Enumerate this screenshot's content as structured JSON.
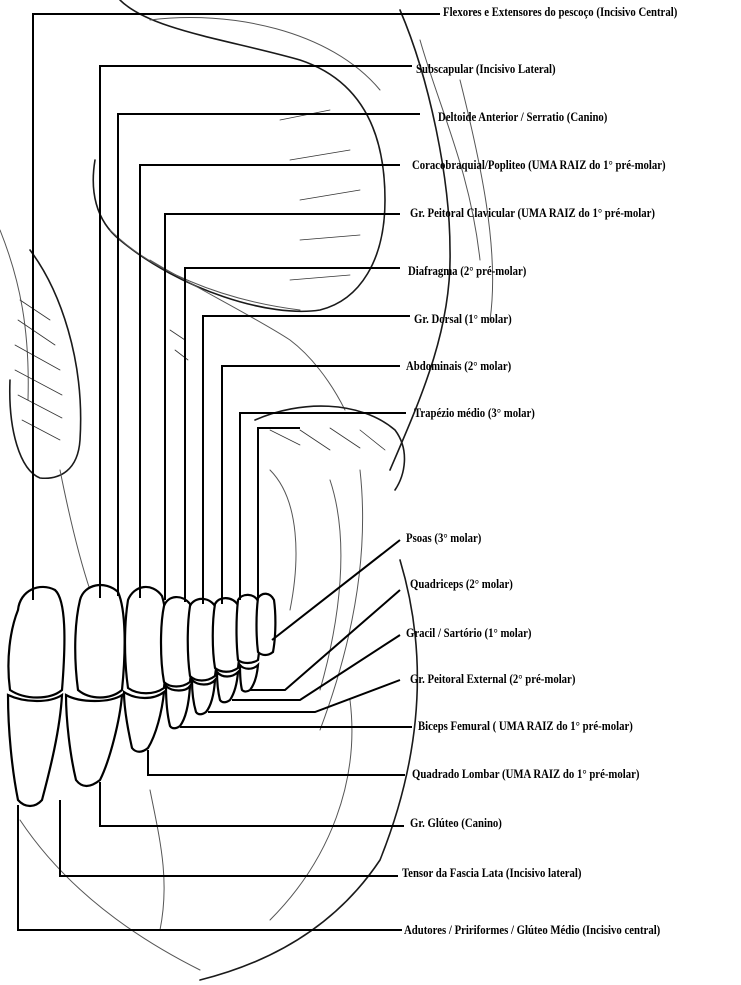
{
  "labels": {
    "upper": [
      "Flexores e Extensores do pescoço (Incisivo Central)",
      "Subscapular (Incisivo Lateral)",
      "Deltoide Anterior / Serratio (Canino)",
      "Coracobraquial/Popliteo (UMA RAIZ do 1° pré-molar)",
      "Gr. Peitoral Clavicular (UMA RAIZ do 1° pré-molar)",
      "Diafragma (2° pré-molar)",
      "Gr. Dorsal (1° molar)",
      "Abdominais (2° molar)",
      "Trapézio médio (3° molar)"
    ],
    "lower": [
      "Psoas (3° molar)",
      "Quadriceps (2° molar)",
      "Gracil / Sartório (1° molar)",
      "Gr. Peitoral External (2° pré-molar)",
      "Biceps Femural ( UMA RAIZ do 1° pré-molar)",
      "Quadrado Lombar (UMA RAIZ do 1° pré-molar)",
      "Gr. Glúteo (Canino)",
      "Tensor da Fascia Lata (Incisivo lateral)",
      "Adutores / Pririformes / Glúteo Médio (Incisivo central)"
    ]
  },
  "colors": {
    "ink": "#000000",
    "paper": "#ffffff"
  }
}
